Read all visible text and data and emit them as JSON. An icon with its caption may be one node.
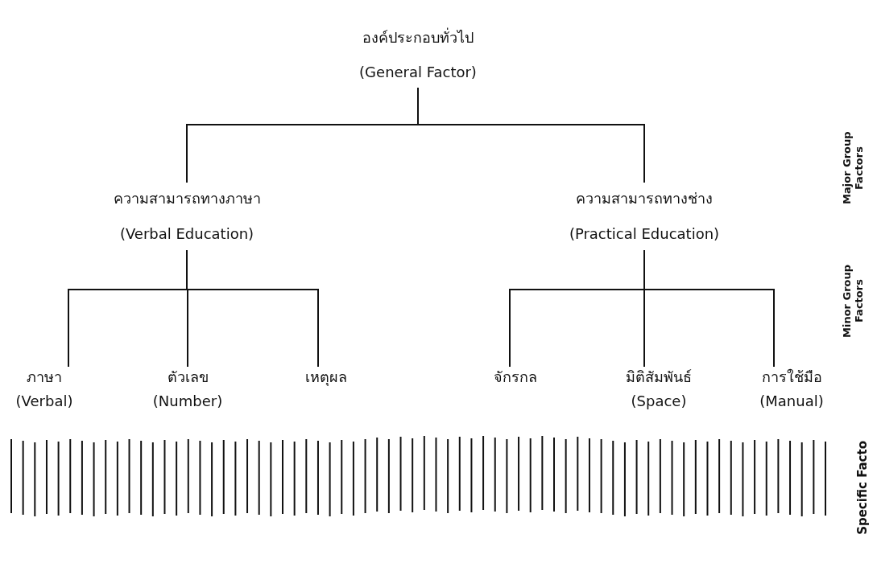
{
  "diagram": {
    "nodes": [
      {
        "text": [
          "องค์ประกอบทั่วไป",
          "(General Factor)"
        ]
      },
      {
        "text": [
          "ความสามารถทางภาษา",
          "(Verbal Education)"
        ]
      },
      {
        "text": [
          "ความสามารถทางช่าง",
          "(Practical Education)"
        ]
      },
      {
        "text": [
          "ภาษา",
          "(Verbal)"
        ]
      },
      {
        "text": [
          "ตัวเลข",
          "(Number)"
        ]
      },
      {
        "text": [
          "เหตุผล"
        ]
      },
      {
        "text": [
          "จักรกล"
        ]
      },
      {
        "text": [
          "มิติสัมพันธ์",
          "(Space)"
        ]
      },
      {
        "text": [
          "การใช้มือ",
          "(Manual)"
        ]
      }
    ],
    "edges": [
      {
        "from": 0,
        "to": 1,
        "arrow": "none"
      },
      {
        "from": 0,
        "to": 2,
        "arrow": "none"
      },
      {
        "from": 1,
        "to": 3,
        "arrow": "none"
      },
      {
        "from": 1,
        "to": 4,
        "arrow": "none"
      },
      {
        "from": 1,
        "to": 5,
        "arrow": "none"
      },
      {
        "from": 2,
        "to": 6,
        "arrow": "none"
      },
      {
        "from": 2,
        "to": 7,
        "arrow": "none"
      },
      {
        "from": 2,
        "to": 8,
        "arrow": "none"
      }
    ],
    "labels": [
      "Major Group Factors",
      "Minor Group Factors",
      "Specific Facto"
    ]
  }
}
